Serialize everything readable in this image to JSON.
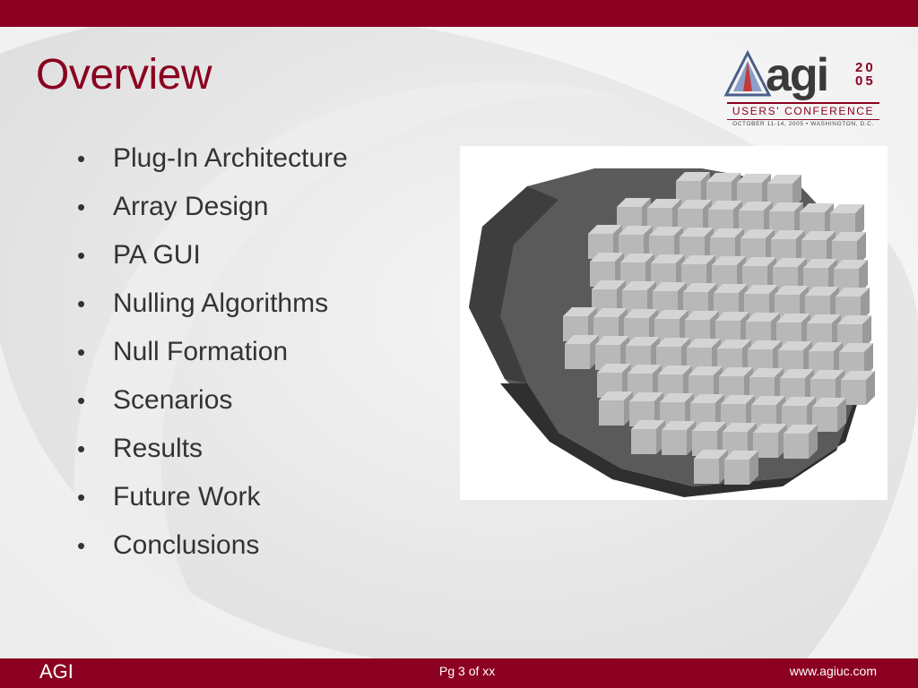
{
  "slide": {
    "title": "Overview",
    "bullet_char": "•",
    "bullets": [
      "Plug-In Architecture",
      "Array Design",
      "PA GUI",
      "Nulling Algorithms",
      "Null Formation",
      "Scenarios",
      "Results",
      "Future Work",
      "Conclusions"
    ]
  },
  "logo": {
    "word": "agi",
    "year_top": "20",
    "year_bottom": "05",
    "subtitle": "USERS' CONFERENCE",
    "date_line": "OCTOBER 11-14, 2005 • WASHINGTON, D.C."
  },
  "footer": {
    "left": "AGI",
    "center": "Pg 3 of xx",
    "right": "www.agiuc.com"
  },
  "figure": {
    "icon": "phased-array-antenna-3d-image"
  },
  "colors": {
    "brand": "#8b0020",
    "text": "#333333",
    "background": "#e6e6e6"
  }
}
